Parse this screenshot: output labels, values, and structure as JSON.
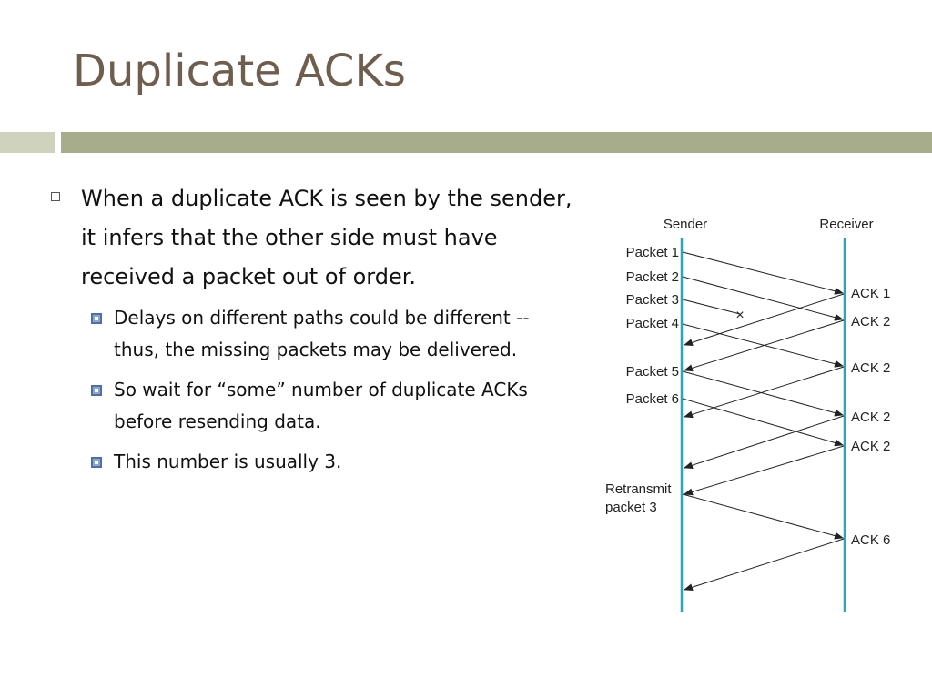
{
  "slide": {
    "title": "Duplicate ACKs",
    "bullets": [
      {
        "text": "When a duplicate ACK is seen by the sender, it infers that the other side must have received a packet out of order.",
        "sub_bullets": [
          "Delays on different paths could be different -- thus, the missing packets may be delivered.",
          "So wait for “some” number of duplicate ACKs before resending data.",
          "This number is usually 3."
        ]
      }
    ]
  },
  "diagram": {
    "sender_label": "Sender",
    "receiver_label": "Receiver",
    "packets": [
      "Packet 1",
      "Packet 2",
      "Packet 3",
      "Packet 4",
      "Packet 5",
      "Packet 6"
    ],
    "retransmit_line1": "Retransmit",
    "retransmit_line2": "packet 3",
    "acks": [
      "ACK 1",
      "ACK 2",
      "ACK 2",
      "ACK 2",
      "ACK 2",
      "ACK 6"
    ],
    "lost_marker": "×",
    "colors": {
      "timeline": "#2aa6b5",
      "arrow": "#222222"
    }
  }
}
